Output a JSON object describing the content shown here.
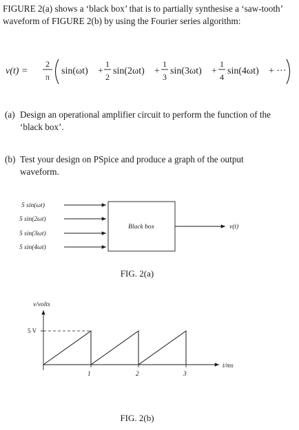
{
  "intro": "FIGURE 2(a) shows a ‘black box’ that is to partially synthesise a ‘saw-tooth’ waveform of FIGURE 2(b) by using the Fourier series algorithm:",
  "equation": {
    "lhs": "v(t) =",
    "frac_main_num": "2",
    "frac_main_den": "π",
    "term1": "sin(ωt)",
    "term2": "sin(2ωt)",
    "term3": "sin(3ωt)",
    "term4": "sin(4ωt)",
    "plus": "+",
    "one": "1",
    "den2": "2",
    "den3": "3",
    "den4": "4",
    "ellipsis": "+ ···"
  },
  "question_a": {
    "label": "(a)",
    "line1": "Design an operational amplifier circuit to perform the function of the",
    "line2": "‘black box’."
  },
  "question_b": {
    "label": "(b)",
    "line1": "Test your design on PSpice and produce a graph of the output",
    "line2": "waveform."
  },
  "fig_a": {
    "inputs": [
      "5 sin(ωt)",
      "5 sin(2ωt)",
      "5 sin(3ωt)",
      "5 sin(4ωt)"
    ],
    "box_label": "Black box",
    "output": "v(t)",
    "caption": "FIG. 2(a)"
  },
  "fig_b": {
    "ylabel": "v/volts",
    "level": "5 V",
    "xlabel": "t/ms",
    "ticks": [
      "1",
      "2",
      "3"
    ],
    "caption": "FIG. 2(b)"
  }
}
